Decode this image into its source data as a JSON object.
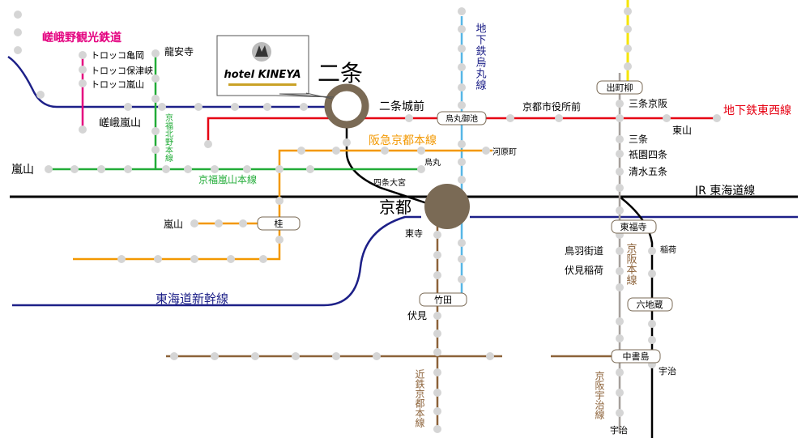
{
  "colors": {
    "sagano": "#e4007f",
    "kitano": "#22ac38",
    "arashiyama": "#22ac38",
    "karasuma": "#56b6e6",
    "tozai": "#e60012",
    "hankyu": "#f39800",
    "jr": "#000000",
    "shinkansen": "#1d2088",
    "kintetsu": "#8c6239",
    "keihan": "#a59f9b",
    "station": "#d5d5d5",
    "hub": "#7a6a55"
  },
  "lines": {
    "sagano": "嵯峨野観光鉄道",
    "karasuma": "地下鉄烏丸線",
    "tozai": "地下鉄東西線",
    "hankyu": "阪急京都本線",
    "arashiyama": "京福嵐山本線",
    "kitano": "京福北野本線",
    "jr": "JR 東海道線",
    "shinkansen": "東海道新幹線",
    "kintetsu": "近鉄京都本線",
    "keihan": "京阪本線",
    "uji": "京阪宇治線"
  },
  "hotel": {
    "name": "hotel KINEYA"
  },
  "hubs": {
    "nijo": "二条",
    "kyoto": "京都"
  },
  "stations": {
    "torokko_kameoka": "トロッコ亀岡",
    "torokko_hozukyo": "トロッコ保津峡",
    "torokko_arashiyama": "トロッコ嵐山",
    "ryoanji": "龍安寺",
    "saga_arashiyama": "嵯峨嵐山",
    "nijojo_mae": "二条城前",
    "karasuma_oike": "烏丸御池",
    "kyoto_shiyakushomae": "京都市役所前",
    "sanjo_keihan": "三条京阪",
    "higashiyama": "東山",
    "demachiyanagi": "出町柳",
    "sanjo": "三条",
    "gion_shijo": "祇園四条",
    "kiyomizu_gojo": "清水五条",
    "kawaramachi": "河原町",
    "karasuma": "烏丸",
    "shijo_omiya": "四条大宮",
    "arashiyama_randen": "嵐山",
    "arashiyama_hankyu": "嵐山",
    "katsura": "桂",
    "toji": "東寺",
    "takeda": "竹田",
    "fushimi": "伏見",
    "tofukuji": "東福寺",
    "toba_kaido": "鳥羽街道",
    "fushimi_inari": "伏見稲荷",
    "inari": "稲荷",
    "rokujizo": "六地蔵",
    "chushojima": "中書島",
    "uji_jr": "宇治",
    "uji_keihan": "宇治"
  }
}
